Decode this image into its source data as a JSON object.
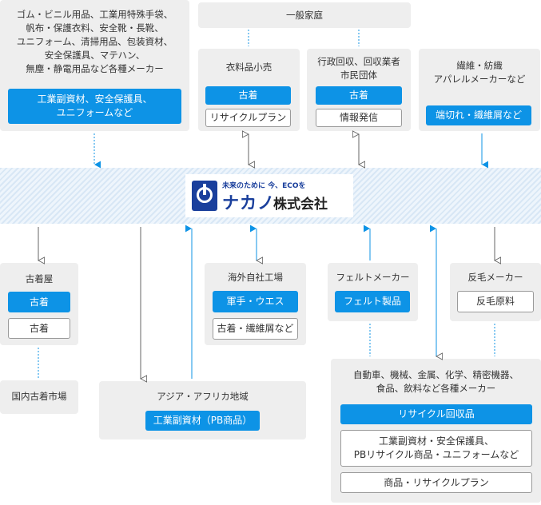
{
  "top_left": {
    "text": "ゴム・ビニル用品、工業用特殊手袋、\n帆布・保護衣料、安全靴・長靴、\nユニフォーム、清掃用品、包装資材、\n安全保護具、マテハン、\n無塵・静電用品など各種メーカー",
    "pill": "工業副資材、安全保護具、\nユニフォームなど"
  },
  "household": {
    "label": "一般家庭"
  },
  "clothing_retail": {
    "title": "衣料品小売",
    "pill_blue": "古着",
    "pill_white": "リサイクルプラン"
  },
  "government": {
    "title": "行政回収、回収業者\n市民団体",
    "pill_blue": "古着",
    "pill_white": "情報発信"
  },
  "textile": {
    "title": "繊維・紡織\nアパレルメーカーなど",
    "pill": "端切れ・繊維屑など"
  },
  "company": {
    "tagline": "未来のために 今、ECOを",
    "brand": "ナカノ",
    "corp": "株式会社"
  },
  "used_clothing_shop": {
    "title": "古着屋",
    "pill_blue": "古着",
    "pill_white": "古着"
  },
  "domestic_market": {
    "label": "国内古着市場"
  },
  "asia_africa": {
    "title": "アジア・アフリカ地域",
    "pill": "工業副資材（PB商品）"
  },
  "overseas_factory": {
    "title": "海外自社工場",
    "pill_blue": "軍手・ウエス",
    "pill_white": "古着・繊維屑など"
  },
  "felt_maker": {
    "title": "フェルトメーカー",
    "pill": "フェルト製品"
  },
  "wool_maker": {
    "title": "反毛メーカー",
    "pill_white": "反毛原料"
  },
  "manufacturers": {
    "title": "自動車、機械、金属、化学、精密機器、\n食品、飲料など各種メーカー",
    "pill_blue": "リサイクル回収品",
    "pill_white_1": "工業副資材・安全保護具、\nPBリサイクル商品・ユニフォームなど",
    "pill_white_2": "商品・リサイクルプラン"
  },
  "colors": {
    "accent": "#0d93e6",
    "box": "#eeeeee",
    "band": "#d8e7f5",
    "brand": "#1a3f9c"
  }
}
